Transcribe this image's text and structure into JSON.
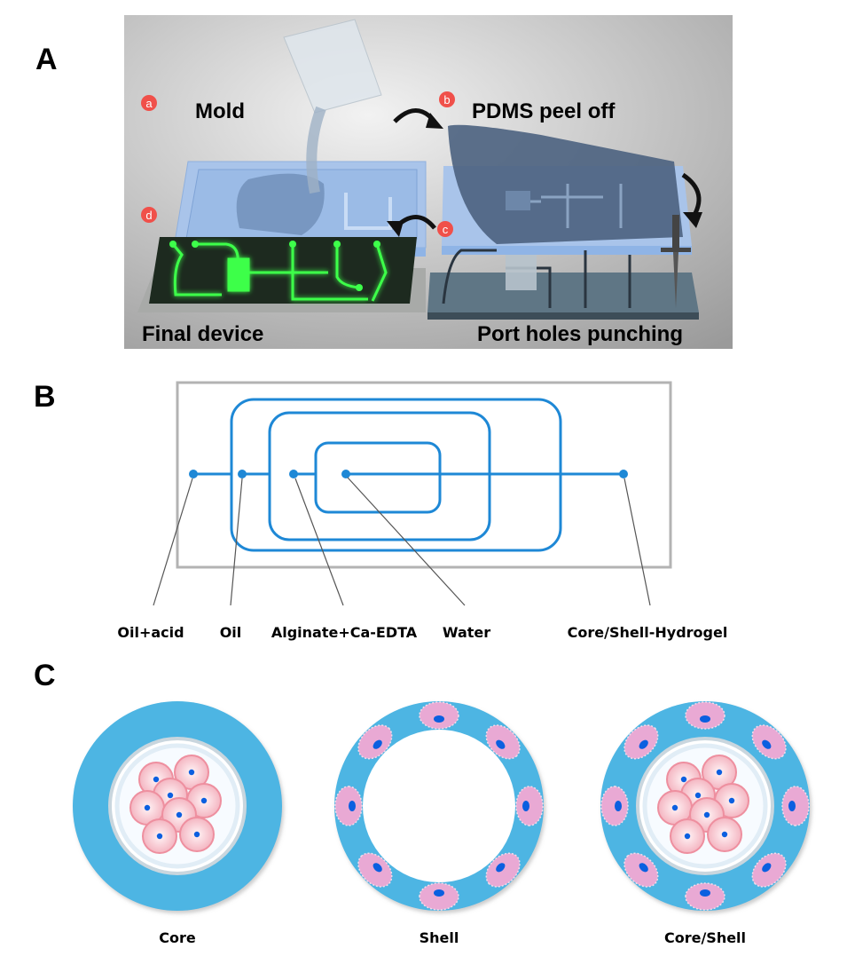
{
  "panels": {
    "A": {
      "letter": "A",
      "steps": [
        {
          "badge": "a",
          "label": "Mold"
        },
        {
          "badge": "b",
          "label": "PDMS peel off"
        },
        {
          "badge": "c",
          "label": "Port holes punching"
        },
        {
          "badge": "d",
          "label": "Final device"
        }
      ]
    },
    "B": {
      "letter": "B",
      "inlets": [
        {
          "label": "Oil+acid"
        },
        {
          "label": "Oil"
        },
        {
          "label": "Alginate+Ca-EDTA"
        },
        {
          "label": "Water"
        },
        {
          "label": "Core/Shell-Hydrogel"
        }
      ]
    },
    "C": {
      "letter": "C",
      "items": [
        {
          "label": "Core"
        },
        {
          "label": "Shell"
        },
        {
          "label": "Core/Shell"
        }
      ]
    }
  },
  "colors": {
    "channel": "#1e88d6",
    "hydrogel": "#4db5e3",
    "cell_pink": "#f2b3c0",
    "shell_cell": "#e9a9d4",
    "nucleus": "#0b5fe0",
    "badge": "#f0504a",
    "glow": "#3dff4a"
  }
}
